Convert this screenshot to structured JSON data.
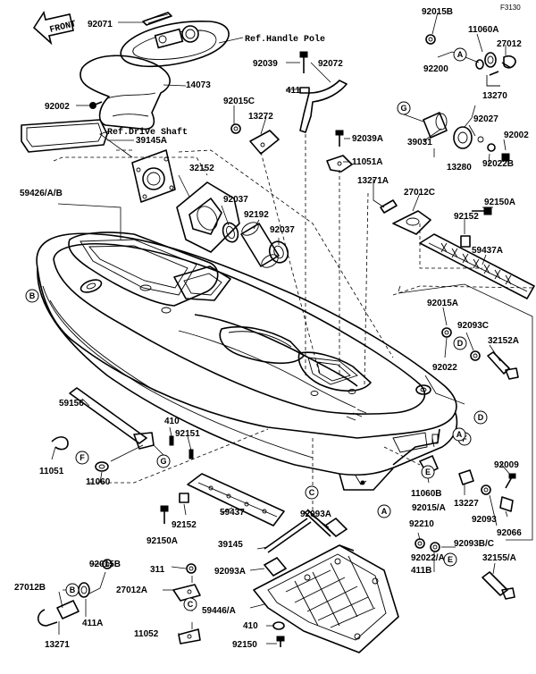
{
  "figure_code": "F3130",
  "front_label": "FRONT",
  "references": {
    "handle_pole": "Ref.Handle Pole",
    "drive_shaft": "Ref.Drive Shaft"
  },
  "part_labels": [
    "92071",
    "14073",
    "92002",
    "39145A",
    "59426/A/B",
    "32152",
    "92037",
    "92192",
    "92037",
    "92039",
    "411",
    "92072",
    "92015C",
    "13272",
    "92039A",
    "11051A",
    "13271A",
    "27012C",
    "92015B",
    "11060A",
    "27012",
    "92200",
    "13270",
    "39031",
    "92027",
    "13280",
    "92002",
    "92022B",
    "92152",
    "92150A",
    "59437A",
    "92015A",
    "92093C",
    "32152A",
    "92022",
    "59156",
    "410",
    "92151",
    "11051",
    "11060",
    "92152",
    "92150A",
    "59437",
    "39145",
    "92093A",
    "92093A",
    "311",
    "27012A",
    "59446/A",
    "410",
    "11052",
    "92150",
    "11060B",
    "13227",
    "92009",
    "92015/A",
    "92093",
    "92066",
    "92210",
    "92093B/C",
    "92022/A",
    "411B",
    "32155/A",
    "92015B",
    "27012B",
    "411A",
    "13271"
  ],
  "callouts": [
    "A",
    "B",
    "C",
    "D",
    "E",
    "F",
    "G"
  ]
}
